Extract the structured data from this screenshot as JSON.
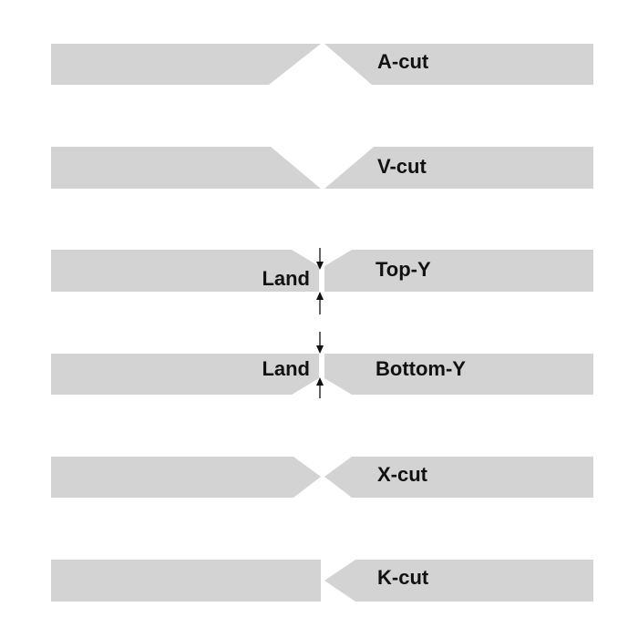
{
  "colors": {
    "plate": "#d3d3d3",
    "text": "#111111",
    "background": "#ffffff"
  },
  "diagram": {
    "joints": [
      {
        "id": "a-cut",
        "label": "A-cut"
      },
      {
        "id": "v-cut",
        "label": "V-cut"
      },
      {
        "id": "top-y",
        "label": "Top-Y",
        "land_label": "Land"
      },
      {
        "id": "bottom-y",
        "label": "Bottom-Y",
        "land_label": "Land"
      },
      {
        "id": "x-cut",
        "label": "X-cut"
      },
      {
        "id": "k-cut",
        "label": "K-cut"
      }
    ]
  }
}
